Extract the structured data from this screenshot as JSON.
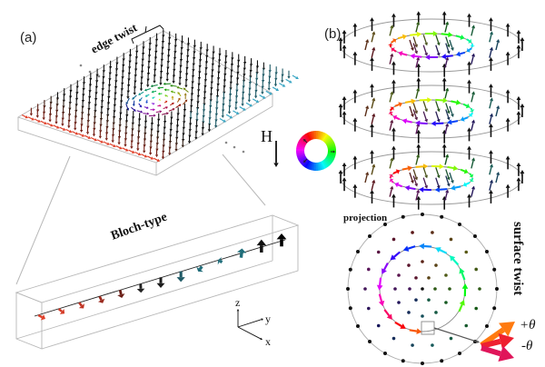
{
  "figure": {
    "panel_a": {
      "label": "(a)",
      "edge_twist_label": "edge twist",
      "bloch_label": "Bloch-type",
      "field_label": "H",
      "axes": {
        "z": "z",
        "y": "y",
        "x": "x"
      },
      "bloch_chain_colors": [
        "#e0402a",
        "#d43a26",
        "#c03322",
        "#9a2a1e",
        "#6a1e16",
        "#222222",
        "#1c1c1c",
        "#1f5a66",
        "#1e6b78",
        "#236f7c",
        "#1f6e7a",
        "#111111",
        "#000000"
      ]
    },
    "panel_b": {
      "label": "(b)",
      "projection_label": "projection",
      "surface_twist_label": "surface twist",
      "plus_theta": "+θ",
      "minus_theta": "-θ",
      "layers": 3
    },
    "colors": {
      "edge_red": "#e0402a",
      "edge_cyan": "#3aa6c4",
      "arrow_dark": "#111111",
      "frame_gray": "#b8b8b8",
      "twist_orange": "#ff7a10",
      "twist_red": "#ee2030",
      "twist_pink": "#e0155a"
    }
  }
}
